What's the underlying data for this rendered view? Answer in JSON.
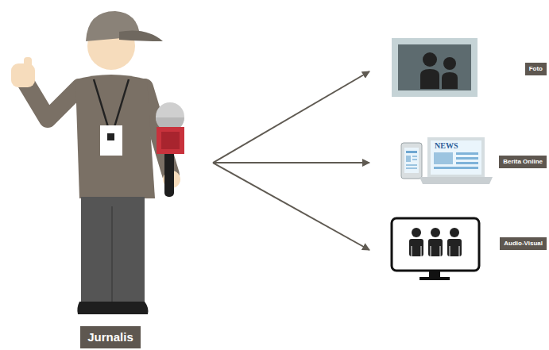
{
  "diagram": {
    "nodes": [
      {
        "text": [
          "Jurnalis"
        ]
      },
      {
        "text": [
          "Foto"
        ]
      },
      {
        "text": [
          "Berita Online"
        ]
      },
      {
        "text": [
          "Audio-Visual"
        ]
      }
    ],
    "edges": [
      {
        "from": 0,
        "to": 1,
        "arrow": "to"
      },
      {
        "from": 0,
        "to": 2,
        "arrow": "to"
      },
      {
        "from": 0,
        "to": 3,
        "arrow": "to"
      }
    ],
    "labels": [
      "NEWS"
    ]
  }
}
